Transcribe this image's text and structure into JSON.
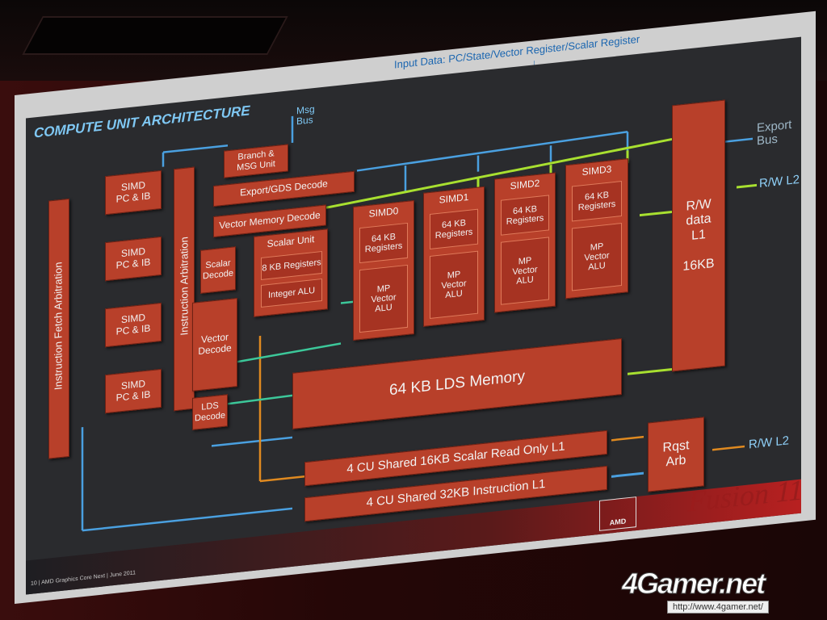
{
  "slide": {
    "title": "COMPUTE UNIT ARCHITECTURE",
    "input_data": "Input Data: PC/State/Vector Register/Scalar Register",
    "msg_bus": "Msg\nBus",
    "instruction_fetch_arbitration": "Instruction Fetch Arbitration",
    "instruction_arbitration": "Instruction Arbitration",
    "simd_pc_ib": [
      "SIMD\nPC & IB",
      "SIMD\nPC & IB",
      "SIMD\nPC & IB",
      "SIMD\nPC & IB"
    ],
    "branch_msg_unit": "Branch &\nMSG Unit",
    "export_gds_decode": "Export/GDS Decode",
    "vector_memory_decode": "Vector Memory Decode",
    "scalar_decode": "Scalar\nDecode",
    "vector_decode": "Vector\nDecode",
    "lds_decode": "LDS\nDecode",
    "scalar_unit": {
      "title": "Scalar Unit",
      "registers": "8 KB Registers",
      "alu": "Integer ALU"
    },
    "simds": [
      {
        "name": "SIMD0",
        "registers": "64 KB\nRegisters",
        "alu": "MP\nVector\nALU"
      },
      {
        "name": "SIMD1",
        "registers": "64 KB\nRegisters",
        "alu": "MP\nVector\nALU"
      },
      {
        "name": "SIMD2",
        "registers": "64 KB\nRegisters",
        "alu": "MP\nVector\nALU"
      },
      {
        "name": "SIMD3",
        "registers": "64 KB\nRegisters",
        "alu": "MP\nVector\nALU"
      }
    ],
    "rw_data_l1": "R/W\ndata\nL1\n\n16KB",
    "lds_memory": "64 KB LDS Memory",
    "scalar_read_only_l1": "4 CU Shared 16KB Scalar Read Only L1",
    "instruction_l1": "4 CU Shared 32KB Instruction L1",
    "rqst_arb": "Rqst\nArb",
    "export_bus": "Export\nBus",
    "rw_l2_top": "R/W L2",
    "rw_l2_bottom": "R/W L2",
    "footer": "10 | AMD Graphics Core Next | June 2011",
    "amd_logo_text": "AMD",
    "fusion_text": "Fusion 11"
  },
  "watermark": {
    "logo": "4Gamer.net",
    "url": "http://www.4gamer.net/"
  },
  "colors": {
    "box": "#b8402a",
    "slide_bg": "#2a2b2e",
    "title": "#7fc8f4",
    "line_blue": "#4aa0e0",
    "line_green": "#a8e030",
    "line_orange": "#e08a20",
    "line_teal": "#3cc89a"
  }
}
